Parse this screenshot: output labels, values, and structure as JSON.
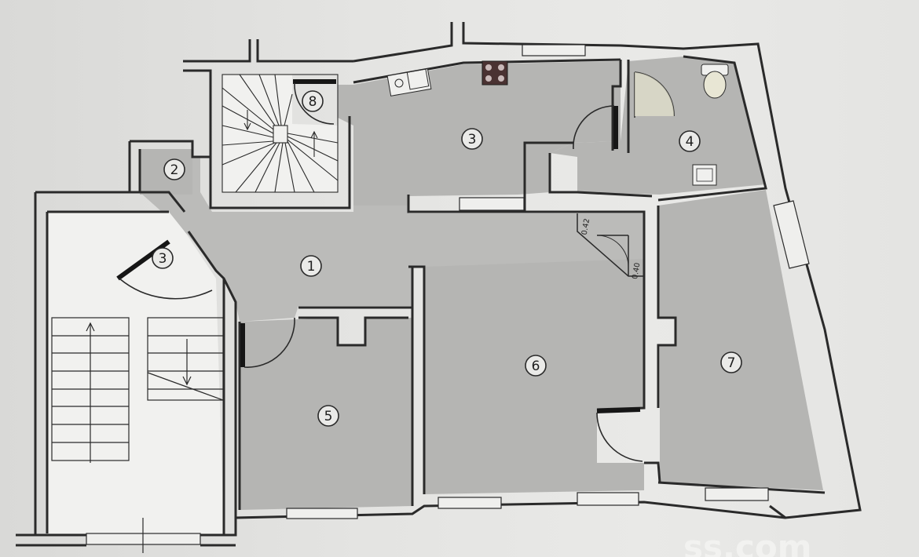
{
  "rooms": [
    {
      "id": "r1",
      "label": "1"
    },
    {
      "id": "r2",
      "label": "2"
    },
    {
      "id": "r3a",
      "label": "3"
    },
    {
      "id": "r3b",
      "label": "3"
    },
    {
      "id": "r4",
      "label": "4"
    },
    {
      "id": "r5",
      "label": "5"
    },
    {
      "id": "r6",
      "label": "6"
    },
    {
      "id": "r7",
      "label": "7"
    },
    {
      "id": "r8",
      "label": "8"
    }
  ],
  "dimensions": {
    "shower_top": "0.42",
    "shower_side": "0.40"
  },
  "watermark": "ss.com",
  "colors": {
    "room_fill": "#b5b5b3",
    "wall": "#2a2a2a",
    "paper": "#e4e4e2"
  }
}
